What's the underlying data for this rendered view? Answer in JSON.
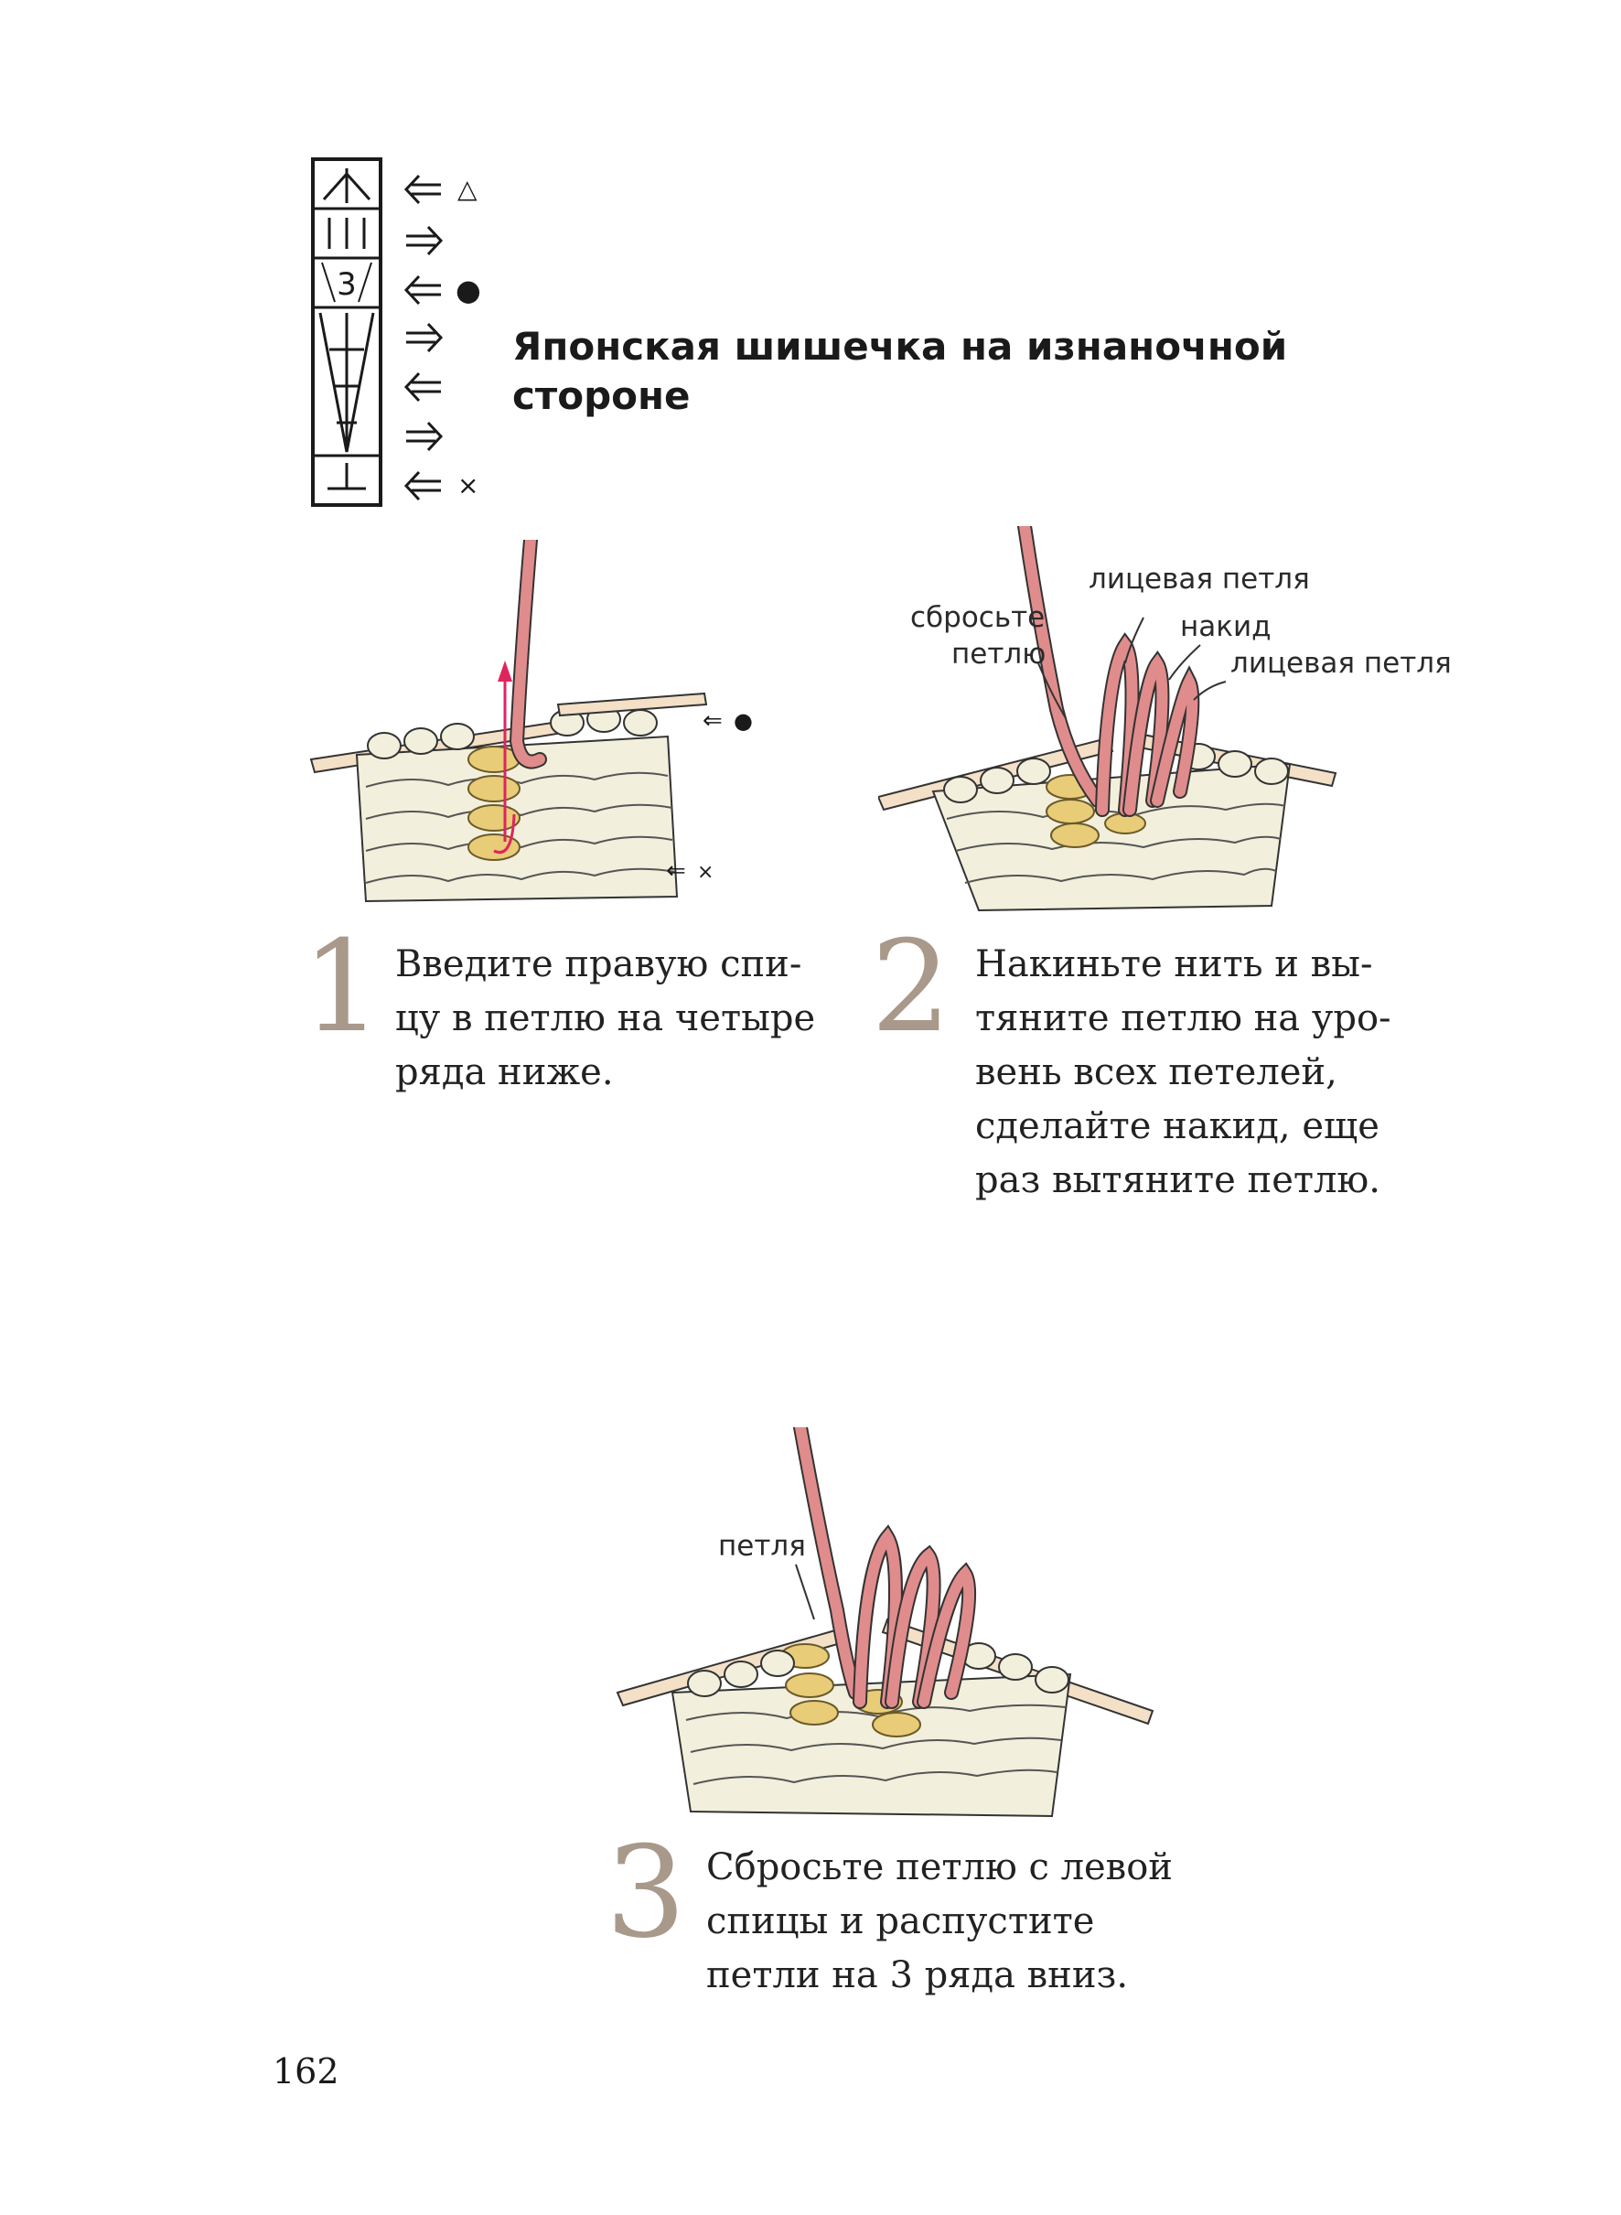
{
  "title_line1": "Японская шишечка на изнаночной",
  "title_line2": "стороне",
  "chart": {
    "cell3_label": "3",
    "row_markers": [
      "△",
      "",
      "●",
      "",
      "",
      "",
      "×"
    ]
  },
  "figures": {
    "fig1": {
      "marker_top": "●",
      "marker_bottom": "×"
    },
    "fig2": {
      "labels": {
        "drop_line1": "сбросьте",
        "drop_line2": "петлю",
        "knit1": "лицевая петля",
        "yarn_over": "накид",
        "knit2": "лицевая петля"
      }
    },
    "fig3": {
      "labels": {
        "loop": "петля"
      }
    }
  },
  "steps": [
    {
      "number": "1",
      "lines": [
        "Введите правую спи-",
        "цу в петлю на четыре",
        "ряда ниже."
      ]
    },
    {
      "number": "2",
      "lines": [
        "Накиньте нить и вы-",
        "тяните петлю на уро-",
        "вень всех петелей,",
        "сделайте накид, еще",
        "раз вытяните петлю."
      ]
    },
    {
      "number": "3",
      "lines": [
        "Сбросьте петлю с левой",
        "спицы и распустите",
        "петли на 3 ряда вниз."
      ]
    }
  ],
  "page_number": "162",
  "colors": {
    "yarn_pink": "#e08c8c",
    "knit_cream": "#f2efdc",
    "knit_yellow": "#e8cc78",
    "needle": "#f3e0c6",
    "arrow_red": "#e0245e",
    "step_number_gray": "#a8998a"
  }
}
